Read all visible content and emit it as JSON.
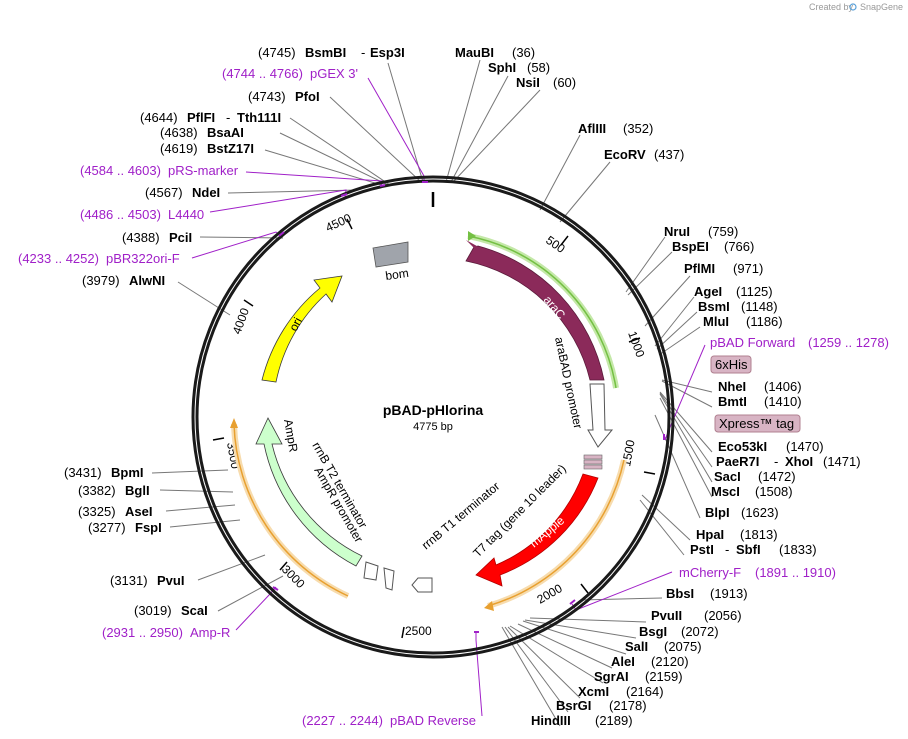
{
  "credit": {
    "prefix": "Created by",
    "brand": "SnapGene"
  },
  "plasmid": {
    "name": "pBAD-pHlorina",
    "length": "4775 bp"
  },
  "ruler": [
    "500",
    "1000",
    "1500",
    "2000",
    "2500",
    "3000",
    "3500",
    "4000",
    "4500"
  ],
  "features": {
    "araC": "araC",
    "araBAD_promoter": "araBAD promoter",
    "mApple": "mApple",
    "T7_tag": "T7 tag (gene 10 leader)",
    "rrnB_T1": "rrnB T1 terminator",
    "rrnB_T2": "rrnB T2 terminator",
    "AmpR_promoter": "AmpR promoter",
    "AmpR": "AmpR",
    "ori": "ori",
    "bom": "bom"
  },
  "sites": {
    "MauBI": {
      "name": "MauBI",
      "pos": "(36)"
    },
    "SphI": {
      "name": "SphI",
      "pos": "(58)"
    },
    "NsiI": {
      "name": "NsiI",
      "pos": "(60)"
    },
    "AflIII": {
      "name": "AflIII",
      "pos": "(352)"
    },
    "EcoRV": {
      "name": "EcoRV",
      "pos": "(437)"
    },
    "NruI": {
      "name": "NruI",
      "pos": "(759)"
    },
    "BspEI": {
      "name": "BspEI",
      "pos": "(766)"
    },
    "PflMI": {
      "name": "PflMI",
      "pos": "(971)"
    },
    "AgeI": {
      "name": "AgeI",
      "pos": "(1125)"
    },
    "BsmI": {
      "name": "BsmI",
      "pos": "(1148)"
    },
    "MluI": {
      "name": "MluI",
      "pos": "(1186)"
    },
    "NheI": {
      "name": "NheI",
      "pos": "(1406)"
    },
    "BmtI": {
      "name": "BmtI",
      "pos": "(1410)"
    },
    "Eco53kI": {
      "name": "Eco53kI",
      "pos": "(1470)"
    },
    "PaeR7I": {
      "name": "PaeR7I",
      "sep": "-",
      "name2": "XhoI",
      "pos": "(1471)"
    },
    "SacI": {
      "name": "SacI",
      "pos": "(1472)"
    },
    "MscI": {
      "name": "MscI",
      "pos": "(1508)"
    },
    "BlpI": {
      "name": "BlpI",
      "pos": "(1623)"
    },
    "HpaI": {
      "name": "HpaI",
      "pos": "(1813)"
    },
    "PstI": {
      "name": "PstI",
      "sep": "-",
      "name2": "SbfI",
      "pos": "(1833)"
    },
    "BbsI": {
      "name": "BbsI",
      "pos": "(1913)"
    },
    "PvuII": {
      "name": "PvuII",
      "pos": "(2056)"
    },
    "BsgI": {
      "name": "BsgI",
      "pos": "(2072)"
    },
    "SalI": {
      "name": "SalI",
      "pos": "(2075)"
    },
    "AleI": {
      "name": "AleI",
      "pos": "(2120)"
    },
    "SgrAI": {
      "name": "SgrAI",
      "pos": "(2159)"
    },
    "XcmI": {
      "name": "XcmI",
      "pos": "(2164)"
    },
    "BsrGI": {
      "name": "BsrGI",
      "pos": "(2178)"
    },
    "HindIII": {
      "name": "HindIII",
      "pos": "(2189)"
    },
    "ScaI": {
      "name": "ScaI",
      "pos": "(3019)"
    },
    "PvuI": {
      "name": "PvuI",
      "pos": "(3131)"
    },
    "FspI": {
      "name": "FspI",
      "pos": "(3277)"
    },
    "AseI": {
      "name": "AseI",
      "pos": "(3325)"
    },
    "BglI": {
      "name": "BglI",
      "pos": "(3382)"
    },
    "BpmI": {
      "name": "BpmI",
      "pos": "(3431)"
    },
    "AlwNI": {
      "name": "AlwNI",
      "pos": "(3979)"
    },
    "PciI": {
      "name": "PciI",
      "pos": "(4388)"
    },
    "NdeI": {
      "name": "NdeI",
      "pos": "(4567)"
    },
    "BstZ17I": {
      "name": "BstZ17I",
      "pos": "(4619)"
    },
    "BsaAI": {
      "name": "BsaAI",
      "pos": "(4638)"
    },
    "PflFI": {
      "name": "PflFI",
      "sep": "-",
      "name2": "Tth111I",
      "pos": "(4644)"
    },
    "PfoI": {
      "name": "PfoI",
      "pos": "(4743)"
    },
    "BsmBI": {
      "name": "BsmBI",
      "sep": "-",
      "name2": "Esp3I",
      "pos": "(4745)"
    }
  },
  "primers": {
    "pGEX3": {
      "name": "pGEX 3'",
      "range": "(4744 .. 4766)"
    },
    "pRS_marker": {
      "name": "pRS-marker",
      "range": "(4584 .. 4603)"
    },
    "L4440": {
      "name": "L4440",
      "range": "(4486 .. 4503)"
    },
    "pBR322ori_F": {
      "name": "pBR322ori-F",
      "range": "(4233 .. 4252)"
    },
    "pBAD_Forward": {
      "name": "pBAD Forward",
      "range": "(1259 .. 1278)"
    },
    "mCherry_F": {
      "name": "mCherry-F",
      "range": "(1891 .. 1910)"
    },
    "pBAD_Reverse": {
      "name": "pBAD Reverse",
      "range": "(2227 .. 2244)"
    },
    "Amp_R": {
      "name": "Amp-R",
      "range": "(2931 .. 2950)"
    }
  },
  "tags": {
    "sixHis": "6xHis",
    "xpress": "Xpress™ tag"
  },
  "colors": {
    "backbone": "#1a1a1a",
    "araC": "#8b2a5a",
    "mApple": "#ff0000",
    "ori": "#ffff00",
    "AmpR": "#ccffcc",
    "bom": "#a0a4ab",
    "primer": "#a020c8",
    "orf_green": "#74c043",
    "orf_orange": "#e8a030",
    "tag_fill": "#d8b4c4"
  }
}
